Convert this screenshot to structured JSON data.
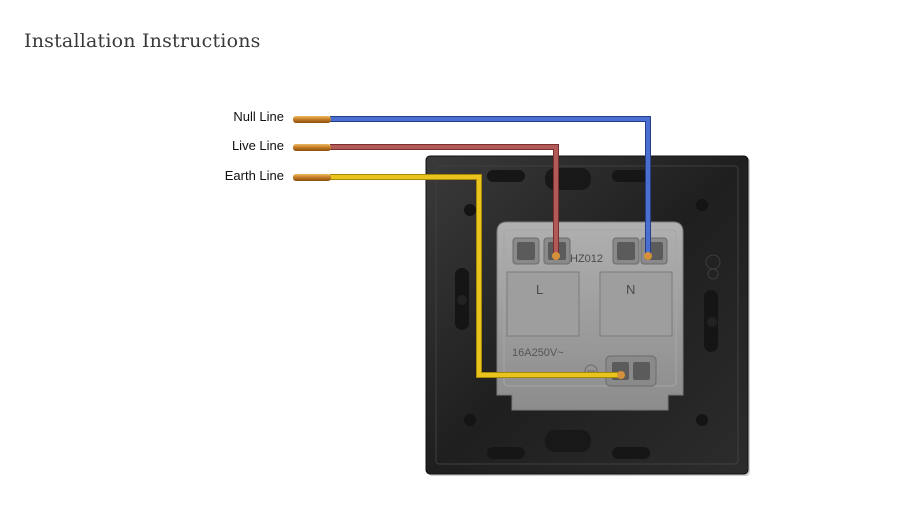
{
  "page": {
    "title": "Installation Instructions"
  },
  "wires": {
    "null_label": "Null Line",
    "live_label": "Live Line",
    "earth_label": "Earth Line"
  },
  "socket": {
    "model": "HZ012",
    "terminal_live": "L",
    "terminal_neutral": "N",
    "rating": "16A250V~"
  },
  "colors": {
    "null_wire": "#4a6fd0",
    "live_wire": "#b05a5a",
    "earth_wire": "#e8c41c",
    "copper": "#d4903a",
    "frame": "#2a2a2a",
    "terminal_block": "#9a9a9a"
  }
}
